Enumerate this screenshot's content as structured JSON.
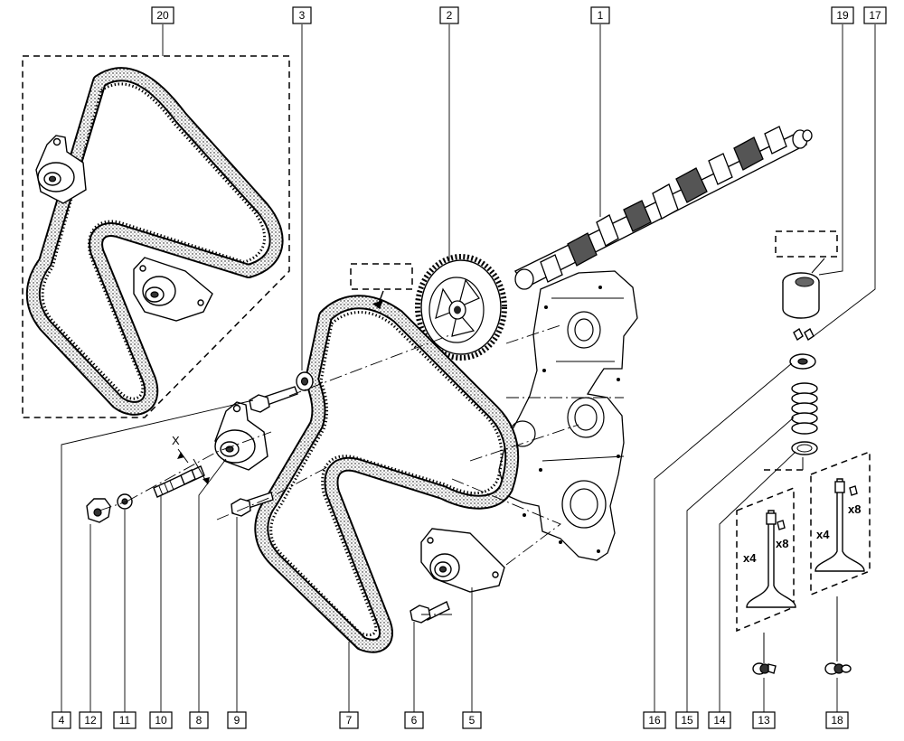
{
  "callouts": {
    "c1": "1",
    "c2": "2",
    "c3": "3",
    "c4": "4",
    "c5": "5",
    "c6": "6",
    "c7": "7",
    "c8": "8",
    "c9": "9",
    "c10": "10",
    "c11": "11",
    "c12": "12",
    "c13": "13",
    "c14": "14",
    "c15": "15",
    "c16": "16",
    "c17": "17",
    "c18": "18",
    "c19": "19",
    "c20": "20"
  },
  "labels": {
    "axis_x": "X",
    "qty_valve_left": "x4",
    "qty_keeper_left": "x8",
    "qty_valve_right": "x4",
    "qty_keeper_right": "x8"
  },
  "colors": {
    "ink": "#000000",
    "paper": "#ffffff",
    "stipple": "#9a9a9a"
  }
}
